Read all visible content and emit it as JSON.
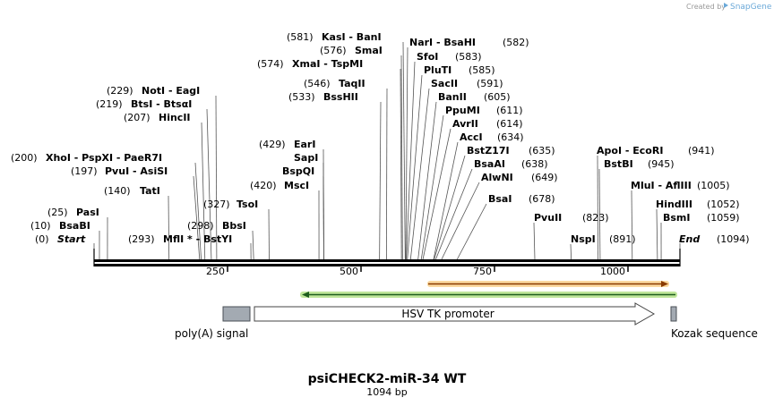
{
  "credit": {
    "text": "Created by",
    "brand": "SnapGene"
  },
  "title": "psiCHECK2-miR-34 WT",
  "length_text": "1094 bp",
  "total_bp": 1094,
  "ticks": [
    "250",
    "500",
    "750",
    "1000"
  ],
  "sites": [
    {
      "pos": "(0)",
      "name": "Start",
      "bp": 0,
      "italic": true
    },
    {
      "pos": "(10)",
      "name": "BsaBI",
      "bp": 10
    },
    {
      "pos": "(25)",
      "name": "PasI",
      "bp": 25
    },
    {
      "pos": "(140)",
      "name": "TatI",
      "bp": 140
    },
    {
      "pos": "(197)",
      "name": "PvuI  -  AsiSI",
      "bp": 197
    },
    {
      "pos": "(200)",
      "name": "XhoI  -  PspXI  -  PaeR7I",
      "bp": 200
    },
    {
      "pos": "(207)",
      "name": "HincII",
      "bp": 207
    },
    {
      "pos": "(219)",
      "name": "BtsI  -  BtsαI",
      "bp": 219
    },
    {
      "pos": "(229)",
      "name": "NotI  -  EagI",
      "bp": 229
    },
    {
      "pos": "(293)",
      "name": "MflI * - BstYI",
      "bp": 293
    },
    {
      "pos": "(298)",
      "name": "BbsI",
      "bp": 298
    },
    {
      "pos": "(327)",
      "name": "TsoI",
      "bp": 327
    },
    {
      "pos": "(420)",
      "name": "MscI",
      "bp": 420
    },
    {
      "pos": "(429)",
      "name": "EarI",
      "bp": 429
    },
    {
      "name": "SapI",
      "bp": 429
    },
    {
      "name": "BspQI",
      "bp": 429
    },
    {
      "pos": "(533)",
      "name": "BssHII",
      "bp": 533
    },
    {
      "pos": "(546)",
      "name": "TaqII",
      "bp": 546
    },
    {
      "pos": "(574)",
      "name": "XmaI  -  TspMI",
      "bp": 574
    },
    {
      "pos": "(576)",
      "name": "SmaI",
      "bp": 576
    },
    {
      "pos": "(581)",
      "name": "KasI  -  BanI",
      "bp": 581
    },
    {
      "pos": "(582)",
      "name": "NarI  -  BsaHI",
      "bp": 582
    },
    {
      "pos": "(583)",
      "name": "SfoI",
      "bp": 583
    },
    {
      "pos": "(585)",
      "name": "PluTI",
      "bp": 585
    },
    {
      "pos": "(591)",
      "name": "SacII",
      "bp": 591
    },
    {
      "pos": "(605)",
      "name": "BanII",
      "bp": 605
    },
    {
      "pos": "(611)",
      "name": "PpuMI",
      "bp": 611
    },
    {
      "pos": "(614)",
      "name": "AvrII",
      "bp": 614
    },
    {
      "pos": "(634)",
      "name": "AccI",
      "bp": 634
    },
    {
      "pos": "(635)",
      "name": "BstZ17I",
      "bp": 635
    },
    {
      "pos": "(638)",
      "name": "BsaAI",
      "bp": 638
    },
    {
      "pos": "(649)",
      "name": "AlwNI",
      "bp": 649
    },
    {
      "pos": "(678)",
      "name": "BsaI",
      "bp": 678
    },
    {
      "pos": "(823)",
      "name": "PvuII",
      "bp": 823
    },
    {
      "pos": "(891)",
      "name": "NspI",
      "bp": 891
    },
    {
      "pos": "(941)",
      "name": "ApoI  -  EcoRI",
      "bp": 941
    },
    {
      "pos": "(945)",
      "name": "BstBI",
      "bp": 945
    },
    {
      "pos": "(1005)",
      "name": "MluI  -  AflIII",
      "bp": 1005
    },
    {
      "pos": "(1052)",
      "name": "HindIII",
      "bp": 1052
    },
    {
      "pos": "(1059)",
      "name": "BsmI",
      "bp": 1059
    },
    {
      "pos": "(1094)",
      "name": "End",
      "bp": 1094,
      "italic": true
    }
  ],
  "features": [
    {
      "name": "poly(A) signal",
      "start": 243,
      "end": 294,
      "kind": "box",
      "color": "#a3aab2"
    },
    {
      "name": "HSV TK promoter",
      "start": 300,
      "end": 1037,
      "kind": "arrow",
      "color": "#ffffff"
    },
    {
      "name": "Kozak sequence",
      "start": 1064,
      "end": 1074,
      "kind": "box",
      "color": "#a3aab2"
    }
  ],
  "primers": [
    {
      "start": 620,
      "end": 1074,
      "direction": "forward",
      "color": "#e6a030"
    },
    {
      "start": 391,
      "end": 1084,
      "direction": "reverse",
      "color": "#82c341"
    }
  ]
}
